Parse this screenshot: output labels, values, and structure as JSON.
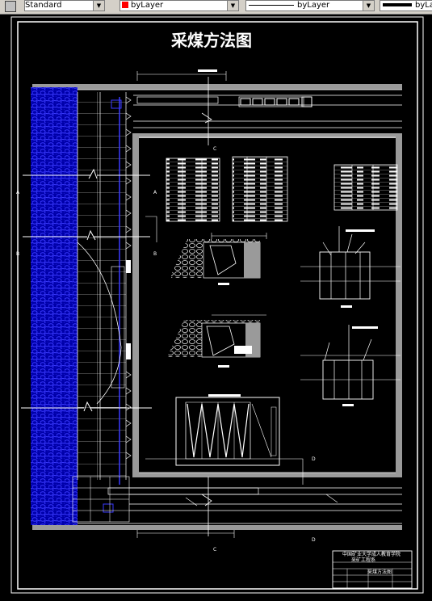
{
  "toolbar": {
    "text_style": "Standard",
    "color_label": "byLayer",
    "color_value": "#ff0000",
    "linetype_label": "byLayer",
    "lineweight_label": "byLay"
  },
  "drawing": {
    "title": "采煤方法图",
    "section_labels": [
      "A",
      "A",
      "B",
      "B",
      "C",
      "C",
      "D",
      "D"
    ],
    "title_block": {
      "line1": "中国矿业大学成人教育学院",
      "line2": "采矿工程系",
      "line3": "采煤方法图"
    }
  },
  "colors": {
    "background": "#000000",
    "line": "#ffffff",
    "coal_seam": "#0000cc",
    "grey_band": "#9a9a9a"
  }
}
